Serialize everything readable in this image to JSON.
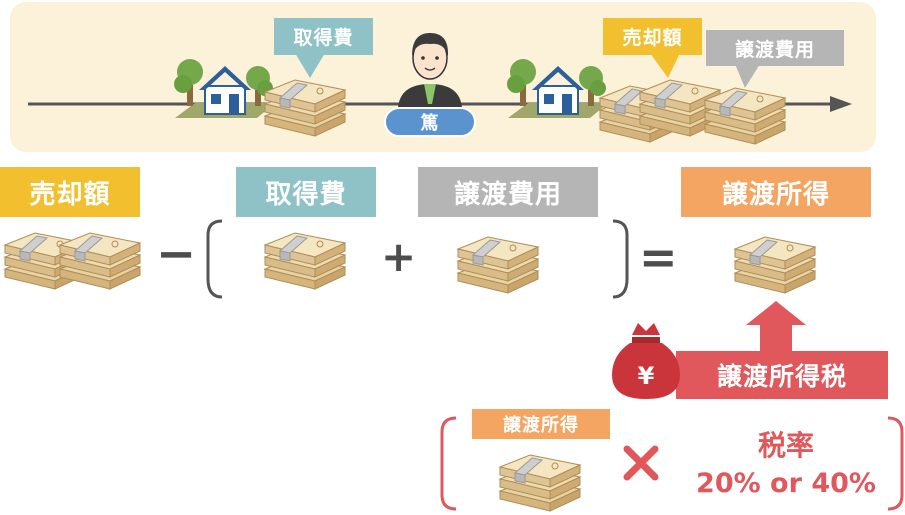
{
  "timeline": {
    "purchase_label": "取得費",
    "person_label": "篤",
    "sale_label": "売却額",
    "transfer_cost_label": "譲渡費用"
  },
  "formula": {
    "sale_label": "売却額",
    "minus": "−",
    "purchase_label": "取得費",
    "plus": "+",
    "transfer_cost_label": "譲渡費用",
    "equals": "=",
    "income_label": "譲渡所得"
  },
  "tax": {
    "yen_symbol": "¥",
    "tax_label": "譲渡所得税",
    "income_label": "譲渡所得",
    "times": "×",
    "rate_title": "税率",
    "rate_value": "20% or 40%"
  },
  "colors": {
    "yellow": "#f2c02e",
    "teal": "#8ec2c6",
    "gray": "#b5b5b5",
    "orange": "#f3a561",
    "red": "#e0585c",
    "panel": "#fcf2d9",
    "line": "#555555",
    "person_badge": "#5b93cf"
  }
}
